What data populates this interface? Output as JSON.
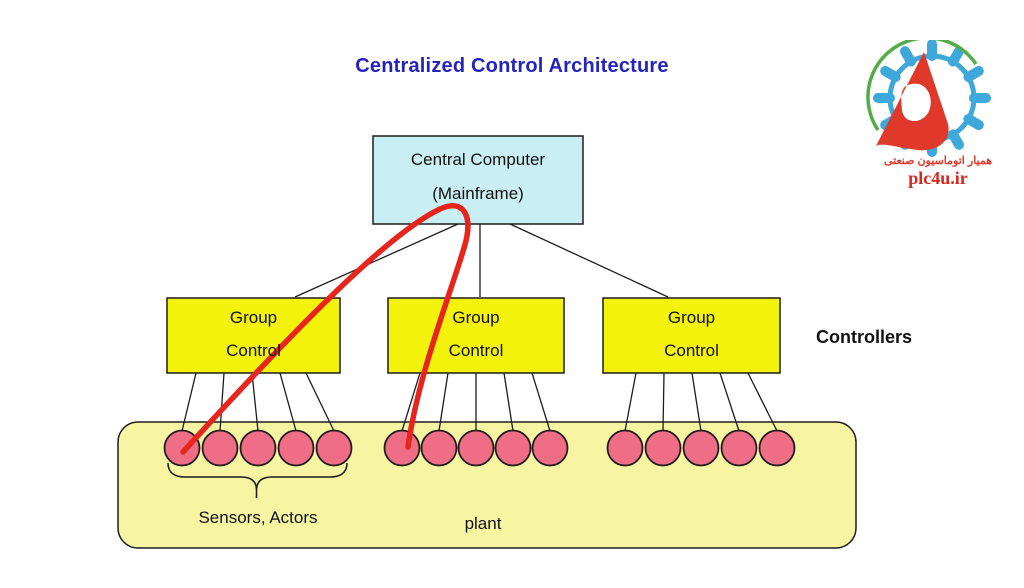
{
  "title": "Centralized Control Architecture",
  "colors": {
    "title_blue": "#2323c3",
    "mainframe_cyan": "#c9eff4",
    "controller_yellow": "#f2f20a",
    "plant_yellow": "#f7f4a2",
    "sensor_pink": "#ef6d85",
    "annotation_red": "#e8251d",
    "line_black": "#1d1d1d",
    "logo_blue": "#3ea8db",
    "logo_red": "#e0392b",
    "logo_green": "#53ad46"
  },
  "diagram": {
    "central_computer": {
      "line1": "Central Computer",
      "line2": "(Mainframe)"
    },
    "group_controllers": [
      {
        "line1": "Group",
        "line2": "Control"
      },
      {
        "line1": "Group",
        "line2": "Control"
      },
      {
        "line1": "Group",
        "line2": "Control"
      }
    ],
    "controllers_label": "Controllers",
    "sensors_label": "Sensors, Actors",
    "plant_label": "plant"
  },
  "logo": {
    "caption_fa": "همیار اتوماسیون صنعتی",
    "site": "plc4u.ir"
  }
}
